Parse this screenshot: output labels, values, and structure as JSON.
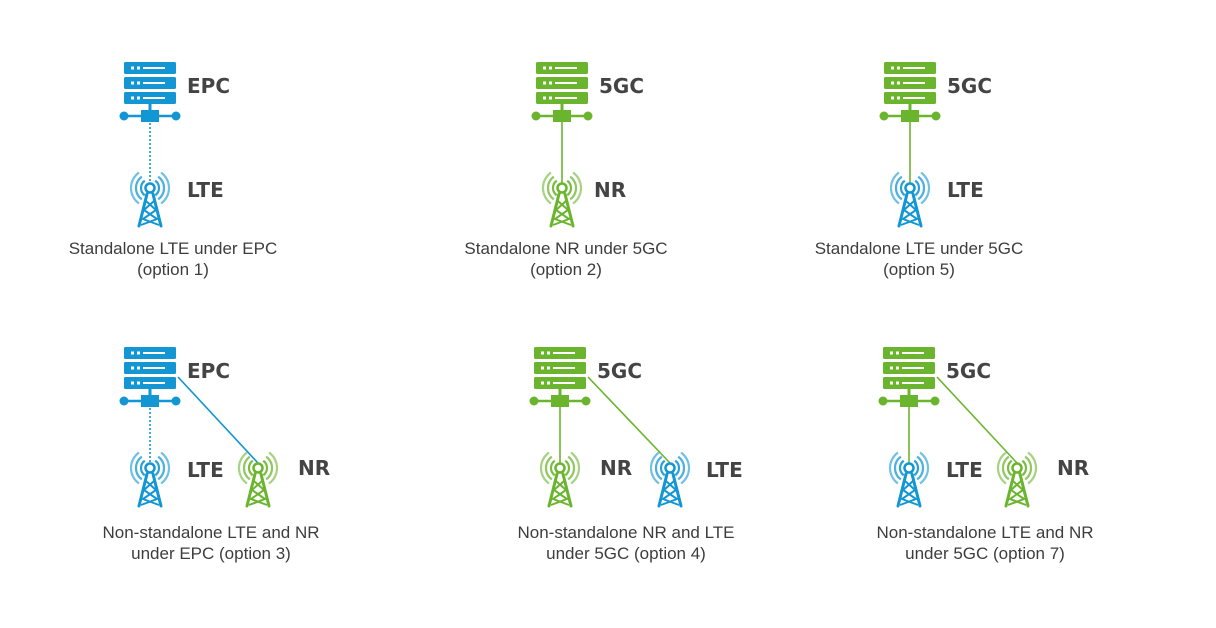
{
  "colors": {
    "lte": "#1296d4",
    "nr": "#6bb52e",
    "text": "#444444"
  },
  "diagrams": [
    {
      "name": "option-1",
      "core": {
        "label": "EPC",
        "type": "lte"
      },
      "stations": [
        {
          "label": "LTE",
          "type": "lte"
        }
      ],
      "caption": [
        "Standalone LTE under EPC",
        "(option 1)"
      ]
    },
    {
      "name": "option-2",
      "core": {
        "label": "5GC",
        "type": "nr"
      },
      "stations": [
        {
          "label": "NR",
          "type": "nr"
        }
      ],
      "caption": [
        "Standalone NR under 5GC",
        "(option 2)"
      ]
    },
    {
      "name": "option-5",
      "core": {
        "label": "5GC",
        "type": "nr"
      },
      "stations": [
        {
          "label": "LTE",
          "type": "lte"
        }
      ],
      "caption": [
        "Standalone LTE under 5GC",
        "(option 5)"
      ]
    },
    {
      "name": "option-3",
      "core": {
        "label": "EPC",
        "type": "lte"
      },
      "stations": [
        {
          "label": "LTE",
          "type": "lte"
        },
        {
          "label": "NR",
          "type": "nr"
        }
      ],
      "caption": [
        "Non-standalone LTE and NR",
        "under EPC (option 3)"
      ]
    },
    {
      "name": "option-4",
      "core": {
        "label": "5GC",
        "type": "nr"
      },
      "stations": [
        {
          "label": "NR",
          "type": "nr"
        },
        {
          "label": "LTE",
          "type": "lte"
        }
      ],
      "caption": [
        "Non-standalone NR and LTE",
        "under 5GC (option 4)"
      ]
    },
    {
      "name": "option-7",
      "core": {
        "label": "5GC",
        "type": "nr"
      },
      "stations": [
        {
          "label": "LTE",
          "type": "lte"
        },
        {
          "label": "NR",
          "type": "nr"
        }
      ],
      "caption": [
        "Non-standalone LTE and NR",
        "under 5GC (option 7)"
      ]
    }
  ]
}
